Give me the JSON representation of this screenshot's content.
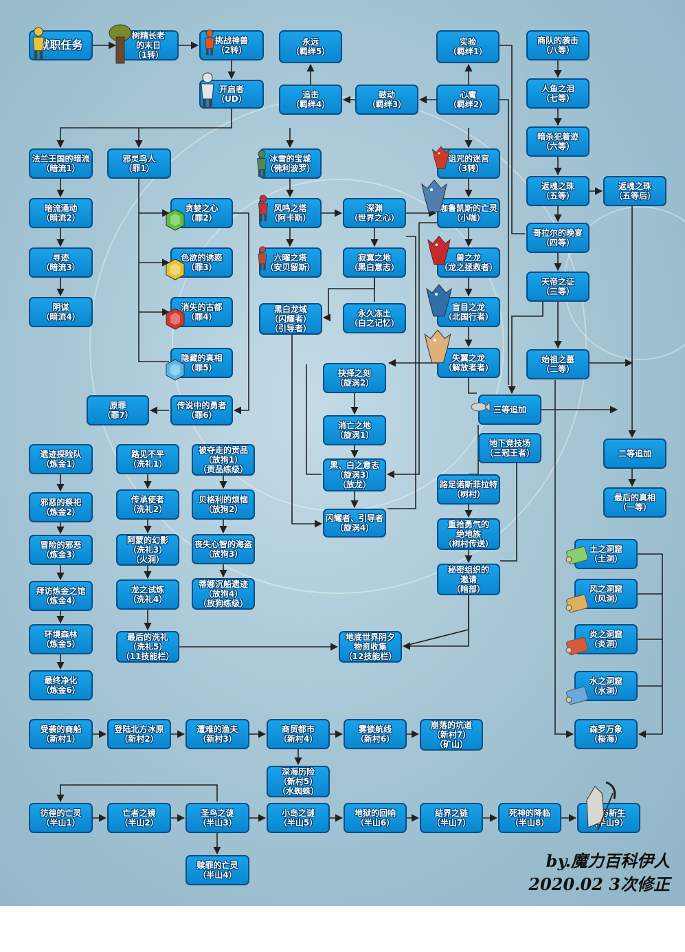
{
  "nodes": [
    {
      "id": "n0",
      "text": "就职任务"
    },
    {
      "id": "n1",
      "text": "树精长老\n的末日\n（1转）"
    },
    {
      "id": "n2",
      "text": "挑战神兽\n（2转）"
    },
    {
      "id": "n3",
      "text": "开启者\n（UD）"
    },
    {
      "id": "n4",
      "text": "永远\n（羁绊5）"
    },
    {
      "id": "n5",
      "text": "追击\n（羁绊4）"
    },
    {
      "id": "n6",
      "text": "鼓动\n（羁绊3）"
    },
    {
      "id": "n7",
      "text": "心魔\n（羁绊2）"
    },
    {
      "id": "n8",
      "text": "实验\n（羁绊1）"
    },
    {
      "id": "n9",
      "text": "商队的袭击\n（八等）"
    },
    {
      "id": "n10",
      "text": "人鱼之泪\n（七等）"
    },
    {
      "id": "n11",
      "text": "暗杀犯着迹\n（六等）"
    },
    {
      "id": "n12",
      "text": "返魂之珠\n（五等）"
    },
    {
      "id": "n13",
      "text": "返魂之珠\n（五等后）"
    },
    {
      "id": "n14",
      "text": "哥拉尔的晚宴\n（四等）"
    },
    {
      "id": "n15",
      "text": "天帝之证\n（三等）"
    },
    {
      "id": "n16",
      "text": "始祖之墓\n（二等）"
    },
    {
      "id": "n17",
      "text": "法兰王国的暗流\n（暗流1）"
    },
    {
      "id": "n18",
      "text": "暗流涌动\n（暗流2）"
    },
    {
      "id": "n19",
      "text": "寻迹\n（暗流3）"
    },
    {
      "id": "n20",
      "text": "阴谋\n（暗流4）"
    },
    {
      "id": "n21",
      "text": "邪灵鸟人\n（罪1）"
    },
    {
      "id": "n22",
      "text": "贪婪之心\n（罪2）"
    },
    {
      "id": "n23",
      "text": "色欲的诱惑\n（罪3）"
    },
    {
      "id": "n24",
      "text": "消失的古都\n（罪4）"
    },
    {
      "id": "n25",
      "text": "隐藏的真相\n（罪5）"
    },
    {
      "id": "n26",
      "text": "传说中的勇者\n（罪6）"
    },
    {
      "id": "n27",
      "text": "原罪\n（罪7）"
    },
    {
      "id": "n28",
      "text": "冰雪的宝城\n（佛利波罗）"
    },
    {
      "id": "n29",
      "text": "风鸣之塔\n（阿卡斯）"
    },
    {
      "id": "n30",
      "text": "六曜之塔\n（安贝留斯）"
    },
    {
      "id": "n31",
      "text": "深渊\n（世界之心）"
    },
    {
      "id": "n32",
      "text": "诅咒的迷宫\n（3转）"
    },
    {
      "id": "n33",
      "text": "咖鲁凯斯的亡灵\n（小咖）"
    },
    {
      "id": "n34",
      "text": "寂寞之地\n（黑白意志）"
    },
    {
      "id": "n35",
      "text": "黑白龙域\n（闪耀者）\n（引导者）"
    },
    {
      "id": "n36",
      "text": "永久冻土\n（白之记忆）"
    },
    {
      "id": "n37",
      "text": "兽之龙\n（龙之拯救者）"
    },
    {
      "id": "n38",
      "text": "盲目之龙\n（北国行者）"
    },
    {
      "id": "n39",
      "text": "失翼之龙\n（解放者者）"
    },
    {
      "id": "n40",
      "text": "抉择之刻\n（旋涡2）"
    },
    {
      "id": "n41",
      "text": "消亡之地\n（旋涡1）"
    },
    {
      "id": "n42",
      "text": "黑、白之意志\n（旋涡3）\n（放龙）"
    },
    {
      "id": "n43",
      "text": "闪耀者、引导者\n（旋涡4）"
    },
    {
      "id": "n44",
      "text": "三等追加"
    },
    {
      "id": "n45",
      "text": "地下竞技场\n（三冠王者）"
    },
    {
      "id": "n46",
      "text": "二等追加"
    },
    {
      "id": "n47",
      "text": "最后的真相\n（一等）"
    },
    {
      "id": "n48",
      "text": "路足诺斯菲拉特\n（树村）"
    },
    {
      "id": "n49",
      "text": "重拾勇气的\n绝地族\n（树村传送）"
    },
    {
      "id": "n50",
      "text": "秘密组织的\n邀请\n（暗部）"
    },
    {
      "id": "n51",
      "text": "遗迹探险队\n（炼金1）"
    },
    {
      "id": "n52",
      "text": "邪恶的祭祀\n（炼金2）"
    },
    {
      "id": "n53",
      "text": "冒险的邪恶\n（炼金3）"
    },
    {
      "id": "n54",
      "text": "拜访炼金之馆\n（炼金4）"
    },
    {
      "id": "n55",
      "text": "环境森林\n（炼金5）"
    },
    {
      "id": "n56",
      "text": "最终净化\n（炼金6）"
    },
    {
      "id": "n57",
      "text": "路见不平\n（洗礼1）"
    },
    {
      "id": "n58",
      "text": "传承使者\n（洗礼2）"
    },
    {
      "id": "n59",
      "text": "阿蒙的幻影\n（洗礼3）\n（火洞）"
    },
    {
      "id": "n60",
      "text": "龙之试炼\n（洗礼4）"
    },
    {
      "id": "n61",
      "text": "最后的洗礼\n（洗礼5）\n（11技能栏）"
    },
    {
      "id": "n62",
      "text": "被夺走的贡品\n（放狗1）\n（贡品练级）"
    },
    {
      "id": "n63",
      "text": "贝格利的烦恼\n（放狗2）"
    },
    {
      "id": "n64",
      "text": "丧失心智的海盗\n（放狗3）"
    },
    {
      "id": "n65",
      "text": "蒂娜沉船遗迹\n（放狗4）\n（放狗练级）"
    },
    {
      "id": "n66",
      "text": "地底世界阴夕\n物资收集\n（12技能栏）"
    },
    {
      "id": "n67",
      "text": "土之洞窟\n（土洞）"
    },
    {
      "id": "n68",
      "text": "风之洞窟\n（风洞）"
    },
    {
      "id": "n69",
      "text": "炎之洞窟\n（炎洞）"
    },
    {
      "id": "n70",
      "text": "水之洞窟\n（水洞）"
    },
    {
      "id": "n71",
      "text": "森罗万象\n（桜海）"
    },
    {
      "id": "n72",
      "text": "受袭的商船\n（新村1）"
    },
    {
      "id": "n73",
      "text": "登陆北方冰原\n（新村2）"
    },
    {
      "id": "n74",
      "text": "遭难的渔夫\n（新村3）"
    },
    {
      "id": "n75",
      "text": "商贸都市\n（新村4）"
    },
    {
      "id": "n76",
      "text": "深海历险\n（新村5）\n（水蜘蛛）"
    },
    {
      "id": "n77",
      "text": "雾锁航线\n（新村6）"
    },
    {
      "id": "n78",
      "text": "崩落的坑道\n（新村7）\n（矿山）"
    },
    {
      "id": "n79",
      "text": "彷徨的亡灵\n（半山1）"
    },
    {
      "id": "n80",
      "text": "亡者之镜\n（半山2）"
    },
    {
      "id": "n81",
      "text": "圣鸟之谜\n（半山3）"
    },
    {
      "id": "n82",
      "text": "赎罪的亡灵\n（半山4）"
    },
    {
      "id": "n83",
      "text": "小岛之谜\n（半山5）"
    },
    {
      "id": "n84",
      "text": "地狱的回响\n（半山6）"
    },
    {
      "id": "n85",
      "text": "结界之链\n（半山7）"
    },
    {
      "id": "n86",
      "text": "死神的降临\n（半山8）"
    },
    {
      "id": "n87",
      "text": "死与新生\n（半山9）"
    }
  ],
  "icons": [
    {
      "id": "i0",
      "name": "adventurer-character-icon",
      "color": "#e8c23a"
    },
    {
      "id": "i1",
      "name": "tree-elder-icon",
      "color": "#6b7a2e"
    },
    {
      "id": "i2",
      "name": "fire-beast-icon",
      "color": "#e0541f"
    },
    {
      "id": "i3",
      "name": "white-knight-icon",
      "color": "#dfe6ea"
    },
    {
      "id": "i4",
      "name": "ice-warrior-icon",
      "color": "#4a8a5a"
    },
    {
      "id": "i5",
      "name": "red-warrior-icon",
      "color": "#c8323a"
    },
    {
      "id": "i6",
      "name": "armored-warrior-icon",
      "color": "#b84a3a"
    },
    {
      "id": "i7",
      "name": "red-dragon-warrior-icon",
      "color": "#d03a2a"
    },
    {
      "id": "i8",
      "name": "blue-dragon-icon",
      "color": "#4f7fae"
    },
    {
      "id": "i9",
      "name": "red-dragon-icon",
      "color": "#c9282c"
    },
    {
      "id": "i10",
      "name": "blue-dragon-icon",
      "color": "#2f6ea8"
    },
    {
      "id": "i11",
      "name": "winged-dragon-icon",
      "color": "#e0b07a"
    },
    {
      "id": "i12",
      "name": "green-gem-icon",
      "color": "#5cc13c"
    },
    {
      "id": "i13",
      "name": "yellow-gem-icon",
      "color": "#e6c22e"
    },
    {
      "id": "i14",
      "name": "red-gem-icon",
      "color": "#d6352e"
    },
    {
      "id": "i15",
      "name": "blue-gem-icon",
      "color": "#58b7e8"
    },
    {
      "id": "i16",
      "name": "silver-fish-icon",
      "color": "#c9d2d8"
    },
    {
      "id": "i17",
      "name": "green-scroll-icon",
      "color": "#8ad06a"
    },
    {
      "id": "i18",
      "name": "yellow-scroll-icon",
      "color": "#e0b060"
    },
    {
      "id": "i19",
      "name": "red-scroll-icon",
      "color": "#d85a3a"
    },
    {
      "id": "i20",
      "name": "blue-scroll-icon",
      "color": "#6aa8e0"
    },
    {
      "id": "i21",
      "name": "reaper-character-icon",
      "color": "#d8d8d0"
    }
  ],
  "credit": "by.魔力百科伊人\n2020.02  3次修正"
}
